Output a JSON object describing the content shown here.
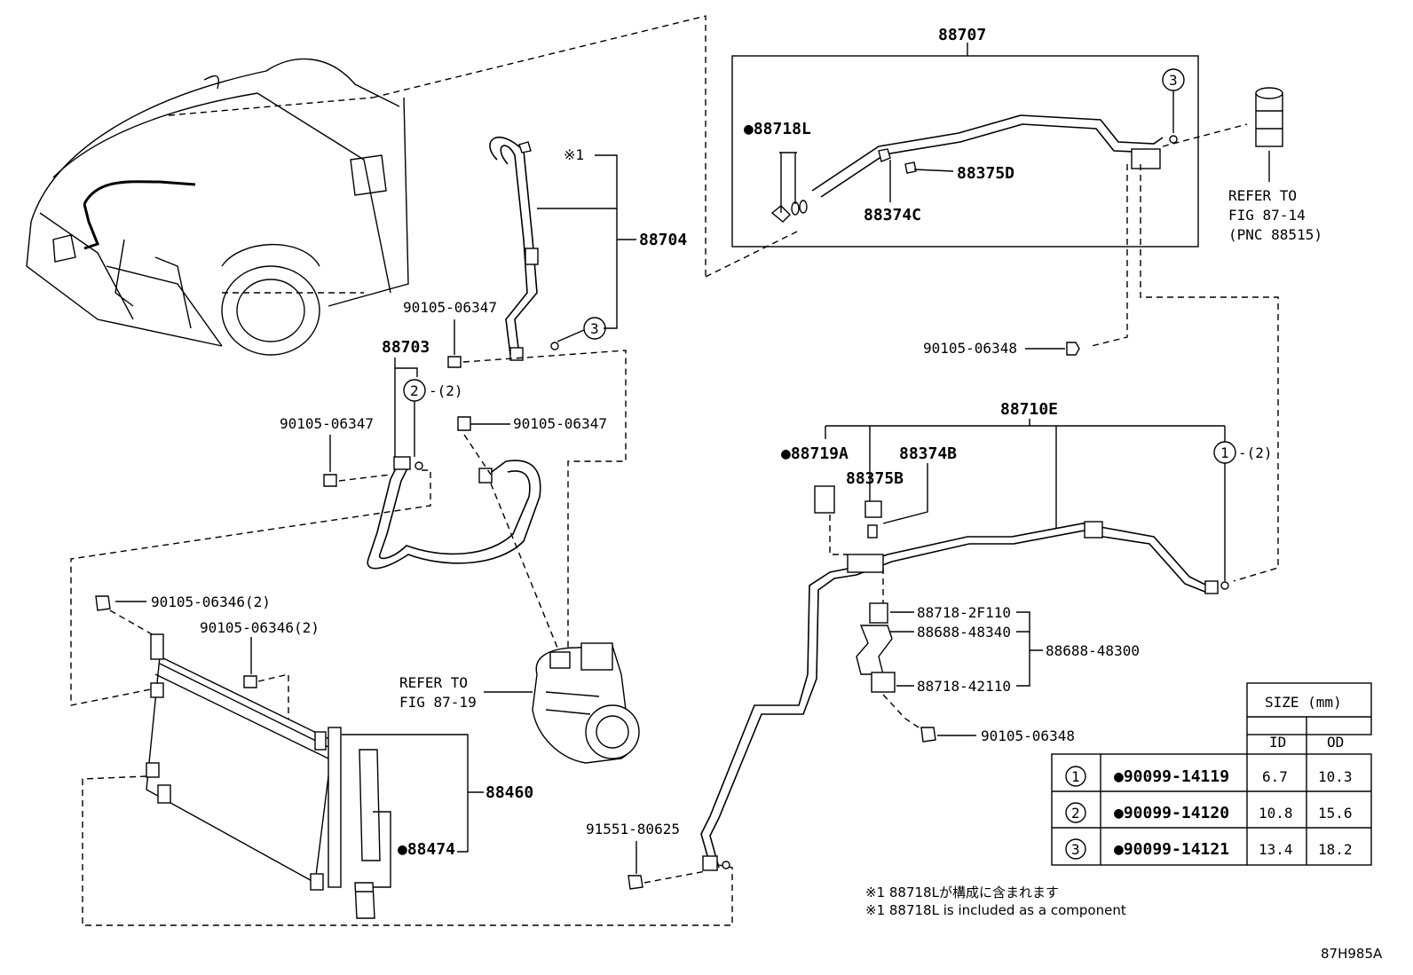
{
  "labels": {
    "p88707": "88707",
    "p88718L": "●88718L",
    "p88375D": "88375D",
    "p88374C": "88374C",
    "ref_87_14_l1": "REFER TO",
    "ref_87_14_l2": "FIG 87-14",
    "ref_87_14_l3": "(PNC 88515)",
    "ref_3_top": "3",
    "mark_1": "※1",
    "p88704": "88704",
    "ref_3_mid": "3",
    "b90105_06347_a": "90105-06347",
    "p88703": "88703",
    "ref_2": "2",
    "ref_2_qty": "-(2)",
    "b90105_06347_b": "90105-06347",
    "b90105_06347_c": "90105-06347",
    "b90105_06348_a": "90105-06348",
    "p88710E": "88710E",
    "p88719A": "●88719A",
    "p88374B": "88374B",
    "p88375B": "88375B",
    "ref_1": "1",
    "ref_1_qty": "-(2)",
    "p88718_2F110": "88718-2F110",
    "p88688_48340": "88688-48340",
    "p88688_48300": "88688-48300",
    "p88718_42110": "88718-42110",
    "b90105_06348_b": "90105-06348",
    "b90105_06346_a": "90105-06346(2)",
    "b90105_06346_b": "90105-06346(2)",
    "ref_87_19_l1": "REFER TO",
    "ref_87_19_l2": "FIG 87-19",
    "p88460": "88460",
    "p88474": "●88474",
    "b91551_80625": "91551-80625",
    "note_jp": "※1 88718Lが構成に含まれます",
    "note_en": "※1 88718L is included as a component",
    "figure_id": "87H985A"
  },
  "size_table": {
    "header": "SIZE (mm)",
    "col_id": "ID",
    "col_od": "OD",
    "rows": [
      {
        "ref": "1",
        "part": "●90099-14119",
        "id": "6.7",
        "od": "10.3"
      },
      {
        "ref": "2",
        "part": "●90099-14120",
        "id": "10.8",
        "od": "15.6"
      },
      {
        "ref": "3",
        "part": "●90099-14121",
        "id": "13.4",
        "od": "18.2"
      }
    ]
  }
}
